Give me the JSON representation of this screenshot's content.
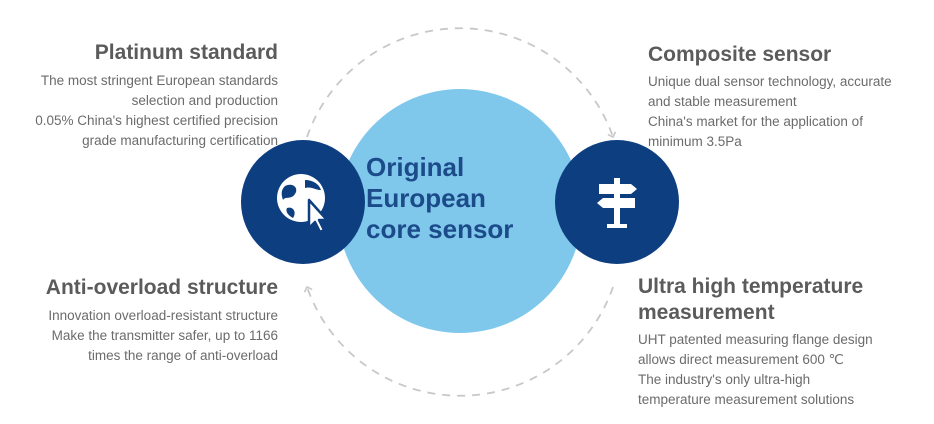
{
  "center": {
    "line1": "Original",
    "line2": "European",
    "line3": "core sensor"
  },
  "platinum": {
    "title": "Platinum standard",
    "lines": [
      "The most stringent European standards",
      "selection and production",
      "0.05% China's highest certified precision",
      "grade manufacturing certification"
    ]
  },
  "composite": {
    "title": "Composite sensor",
    "lines": [
      "Unique dual sensor technology, accurate",
      "and stable measurement",
      "China's market for the application of",
      "minimum 3.5Pa"
    ]
  },
  "antioverload": {
    "title": "Anti-overload structure",
    "lines": [
      "Innovation overload-resistant structure",
      "Make the transmitter safer, up to 1166",
      "times the range of anti-overload"
    ]
  },
  "ultrahigh": {
    "title_line1": "Ultra high temperature",
    "title_line2": "measurement",
    "lines": [
      "UHT patented measuring flange design",
      "allows direct measurement 600 ℃",
      "The industry's only ultra-high",
      "temperature measurement solutions"
    ]
  },
  "icons": {
    "left": "globe-cursor-icon",
    "right": "signpost-icon"
  },
  "colors": {
    "light_circle": "#7fc8ec",
    "dark_circle": "#0d3f80",
    "dashed": "#c8c8c8",
    "center_text": "#1c4b8a"
  }
}
